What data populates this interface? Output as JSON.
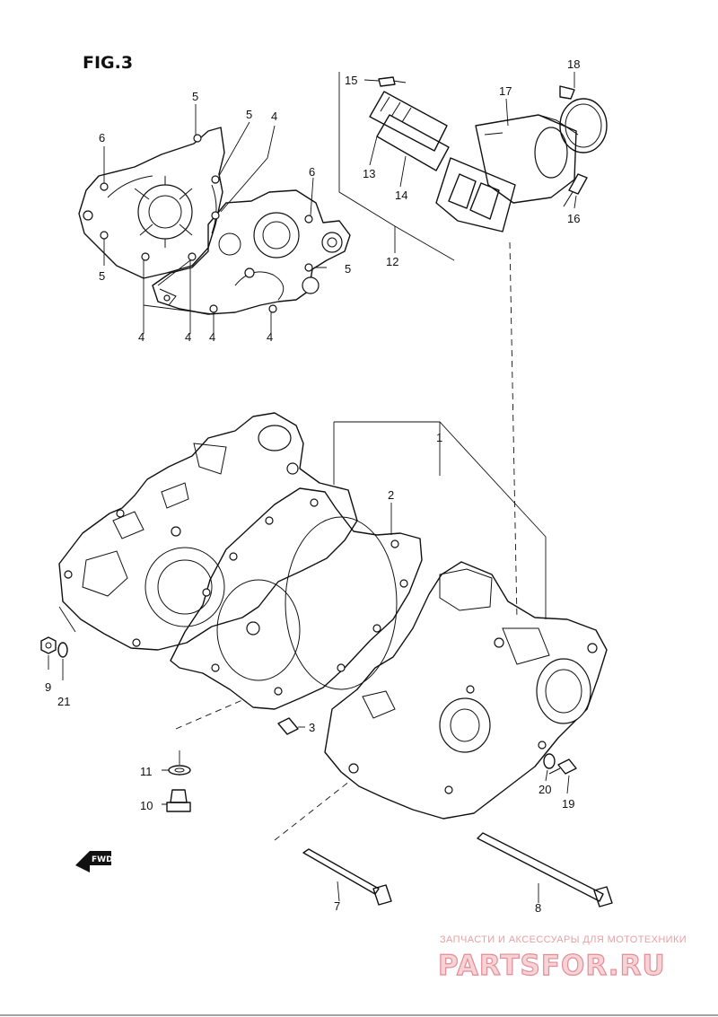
{
  "figure": {
    "title": "FIG.3"
  },
  "callouts": {
    "c1": "1",
    "c2": "2",
    "c3": "3",
    "c4a": "4",
    "c4b": "4",
    "c4c": "4",
    "c4d": "4",
    "c4e": "4",
    "c5a": "5",
    "c5b": "5",
    "c5c": "5",
    "c5d": "5",
    "c6a": "6",
    "c6b": "6",
    "c7": "7",
    "c8": "8",
    "c9": "9",
    "c10": "10",
    "c11": "11",
    "c12": "12",
    "c13": "13",
    "c14": "14",
    "c15": "15",
    "c16": "16",
    "c17": "17",
    "c18": "18",
    "c19": "19",
    "c20": "20",
    "c21": "21"
  },
  "fwd_badge": {
    "label": "FWD",
    "icon": "fwd-arrow-icon"
  },
  "watermark": {
    "tagline": "ЗАПЧАСТИ И АКСЕССУАРЫ ДЛЯ МОТОТЕХНИКИ",
    "logo": "PARTSFOR.RU",
    "color": "#e58c95"
  }
}
